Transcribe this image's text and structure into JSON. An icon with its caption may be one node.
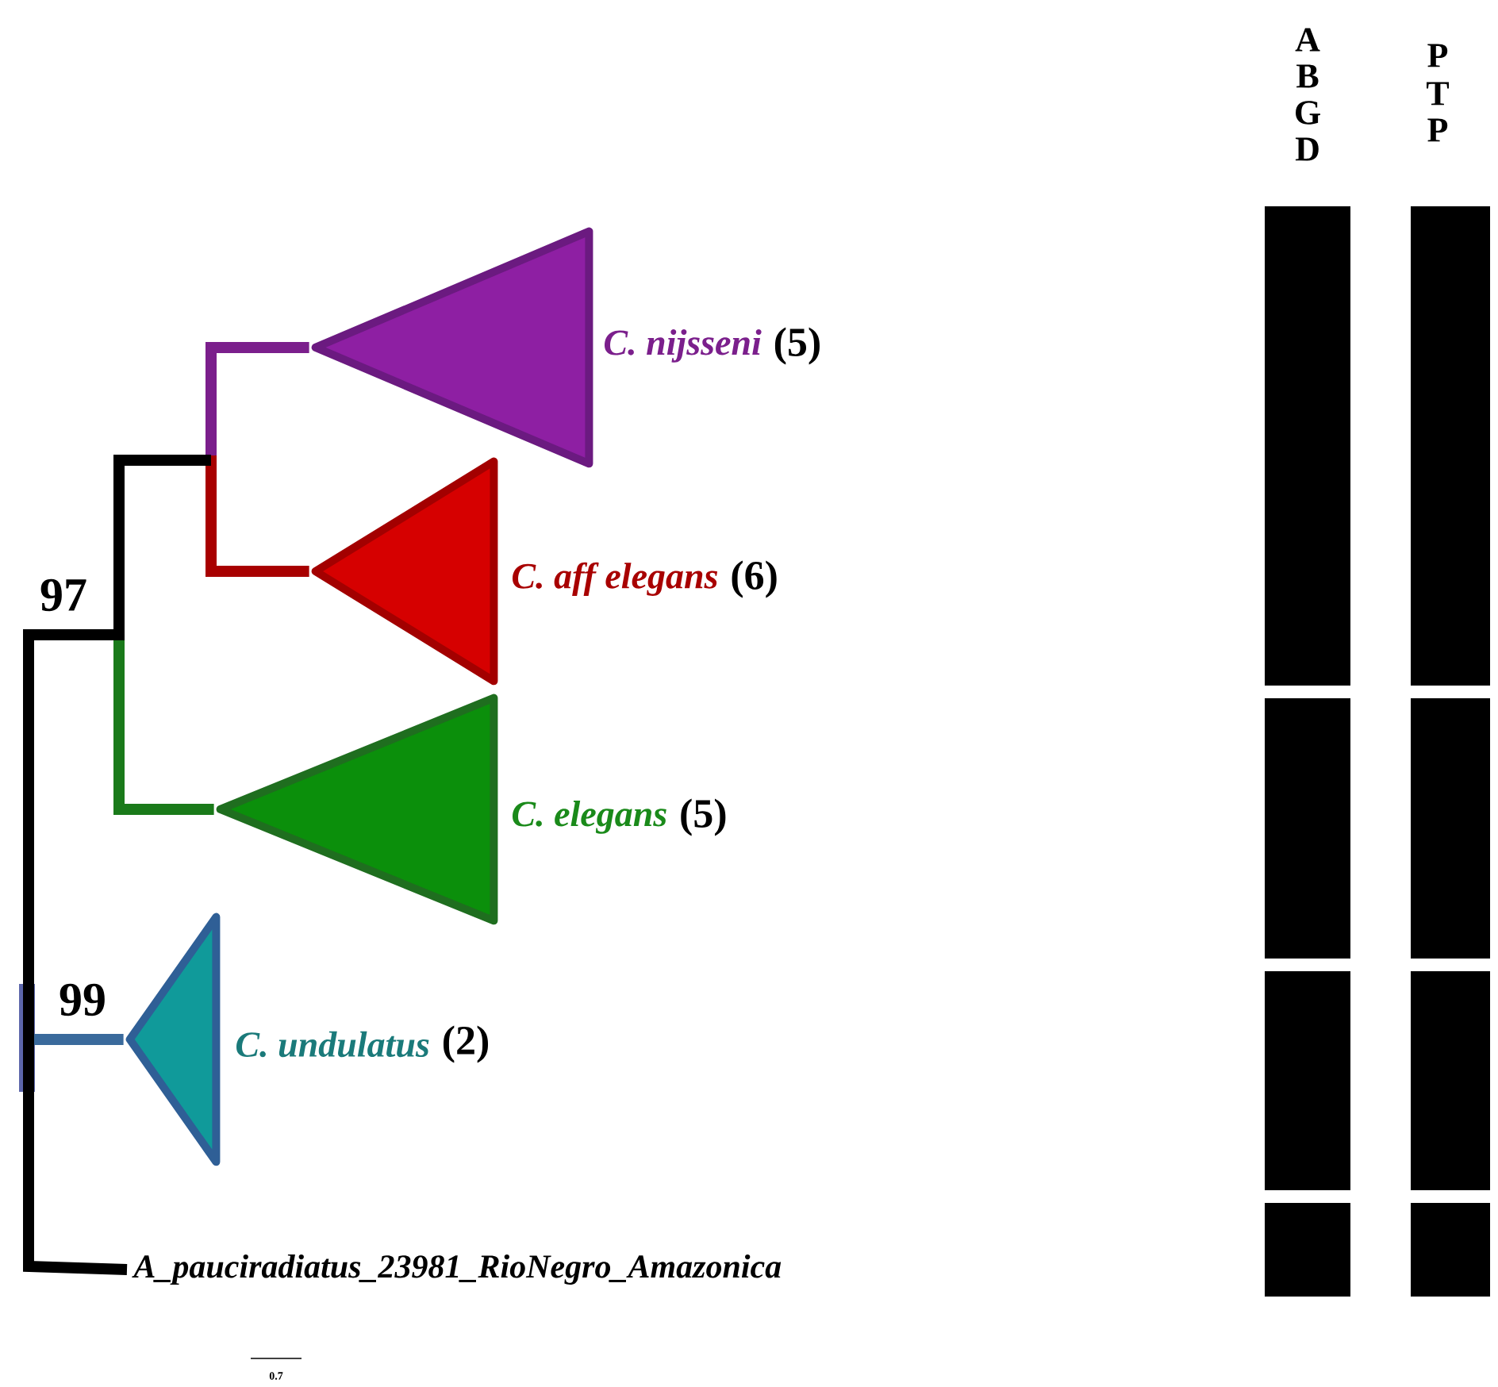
{
  "diagram": {
    "nodes": [
      {
        "text": [],
        "shape": "triangle",
        "beside": [
          "C. nijsseni",
          "(5)"
        ]
      },
      {
        "text": [],
        "shape": "triangle",
        "beside": [
          "C. aff elegans",
          "(6)"
        ]
      },
      {
        "text": [],
        "shape": "triangle",
        "beside": [
          "C. elegans",
          "(5)"
        ]
      },
      {
        "text": [],
        "shape": "triangle",
        "beside": [
          "C. undulatus",
          "(2)"
        ]
      },
      {
        "text": [
          "A_pauciradiatus_23981_RioNegro_Amazonica"
        ]
      },
      {
        "text": [],
        "shape": "bar"
      },
      {
        "text": [],
        "shape": "bar"
      },
      {
        "text": [],
        "shape": "bar"
      },
      {
        "text": [],
        "shape": "bar"
      },
      {
        "text": [],
        "shape": "bar"
      },
      {
        "text": [],
        "shape": "bar"
      },
      {
        "text": [],
        "shape": "bar"
      },
      {
        "text": [],
        "shape": "bar"
      }
    ],
    "edges": [
      {
        "from": null,
        "to": 0,
        "arrow": "none",
        "color": "#7b1f8c"
      },
      {
        "from": null,
        "to": 1,
        "arrow": "none",
        "color": "#a80000"
      },
      {
        "from": null,
        "to": 2,
        "arrow": "none",
        "color": "#1a7a1a"
      },
      {
        "from": null,
        "to": 3,
        "arrow": "none",
        "color": "#3a6a9c"
      },
      {
        "from": null,
        "to": 4,
        "arrow": "none",
        "color": "#000000"
      }
    ],
    "labels": [
      "A",
      "B",
      "G",
      "D",
      "P",
      "T",
      "P",
      "97",
      "99",
      "0.7"
    ]
  }
}
